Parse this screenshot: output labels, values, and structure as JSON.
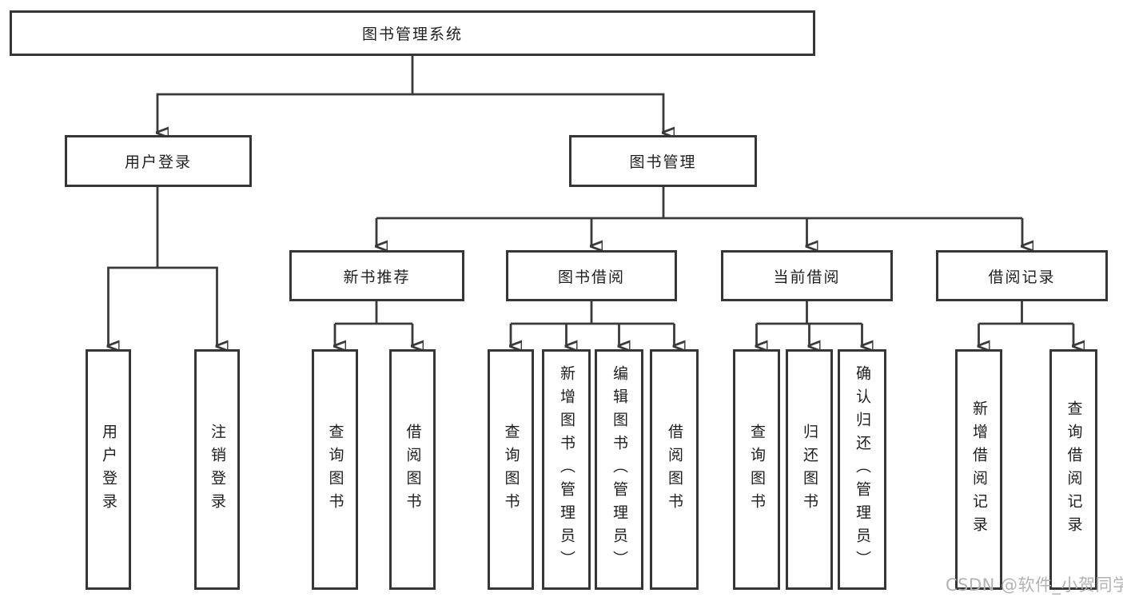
{
  "diagram_title": "图书管理系统",
  "tree": {
    "root": {
      "label": "图书管理系统",
      "children": [
        {
          "label": "用户登录",
          "children": [
            {
              "label": "用户登录"
            },
            {
              "label": "注销登录"
            }
          ]
        },
        {
          "label": "图书管理",
          "children": [
            {
              "label": "新书推荐",
              "children": [
                {
                  "label": "查询图书"
                },
                {
                  "label": "借阅图书"
                }
              ]
            },
            {
              "label": "图书借阅",
              "children": [
                {
                  "label": "查询图书"
                },
                {
                  "label": "新增图书（管理员）"
                },
                {
                  "label": "编辑图书（管理员）"
                },
                {
                  "label": "借阅图书"
                }
              ]
            },
            {
              "label": "当前借阅",
              "children": [
                {
                  "label": "查询图书"
                },
                {
                  "label": "归还图书"
                },
                {
                  "label": "确认归还（管理员）"
                }
              ]
            },
            {
              "label": "借阅记录",
              "children": [
                {
                  "label": "新增借阅记录"
                },
                {
                  "label": "查询借阅记录"
                }
              ]
            }
          ]
        }
      ]
    }
  },
  "watermark": {
    "text": "CSDN @软件_小贺同学",
    "color": "#b3b3b3"
  },
  "colors": {
    "line": "#3a3a3a",
    "box_border": "#363636",
    "text": "#1e1e1e",
    "background": "#ffffff"
  }
}
